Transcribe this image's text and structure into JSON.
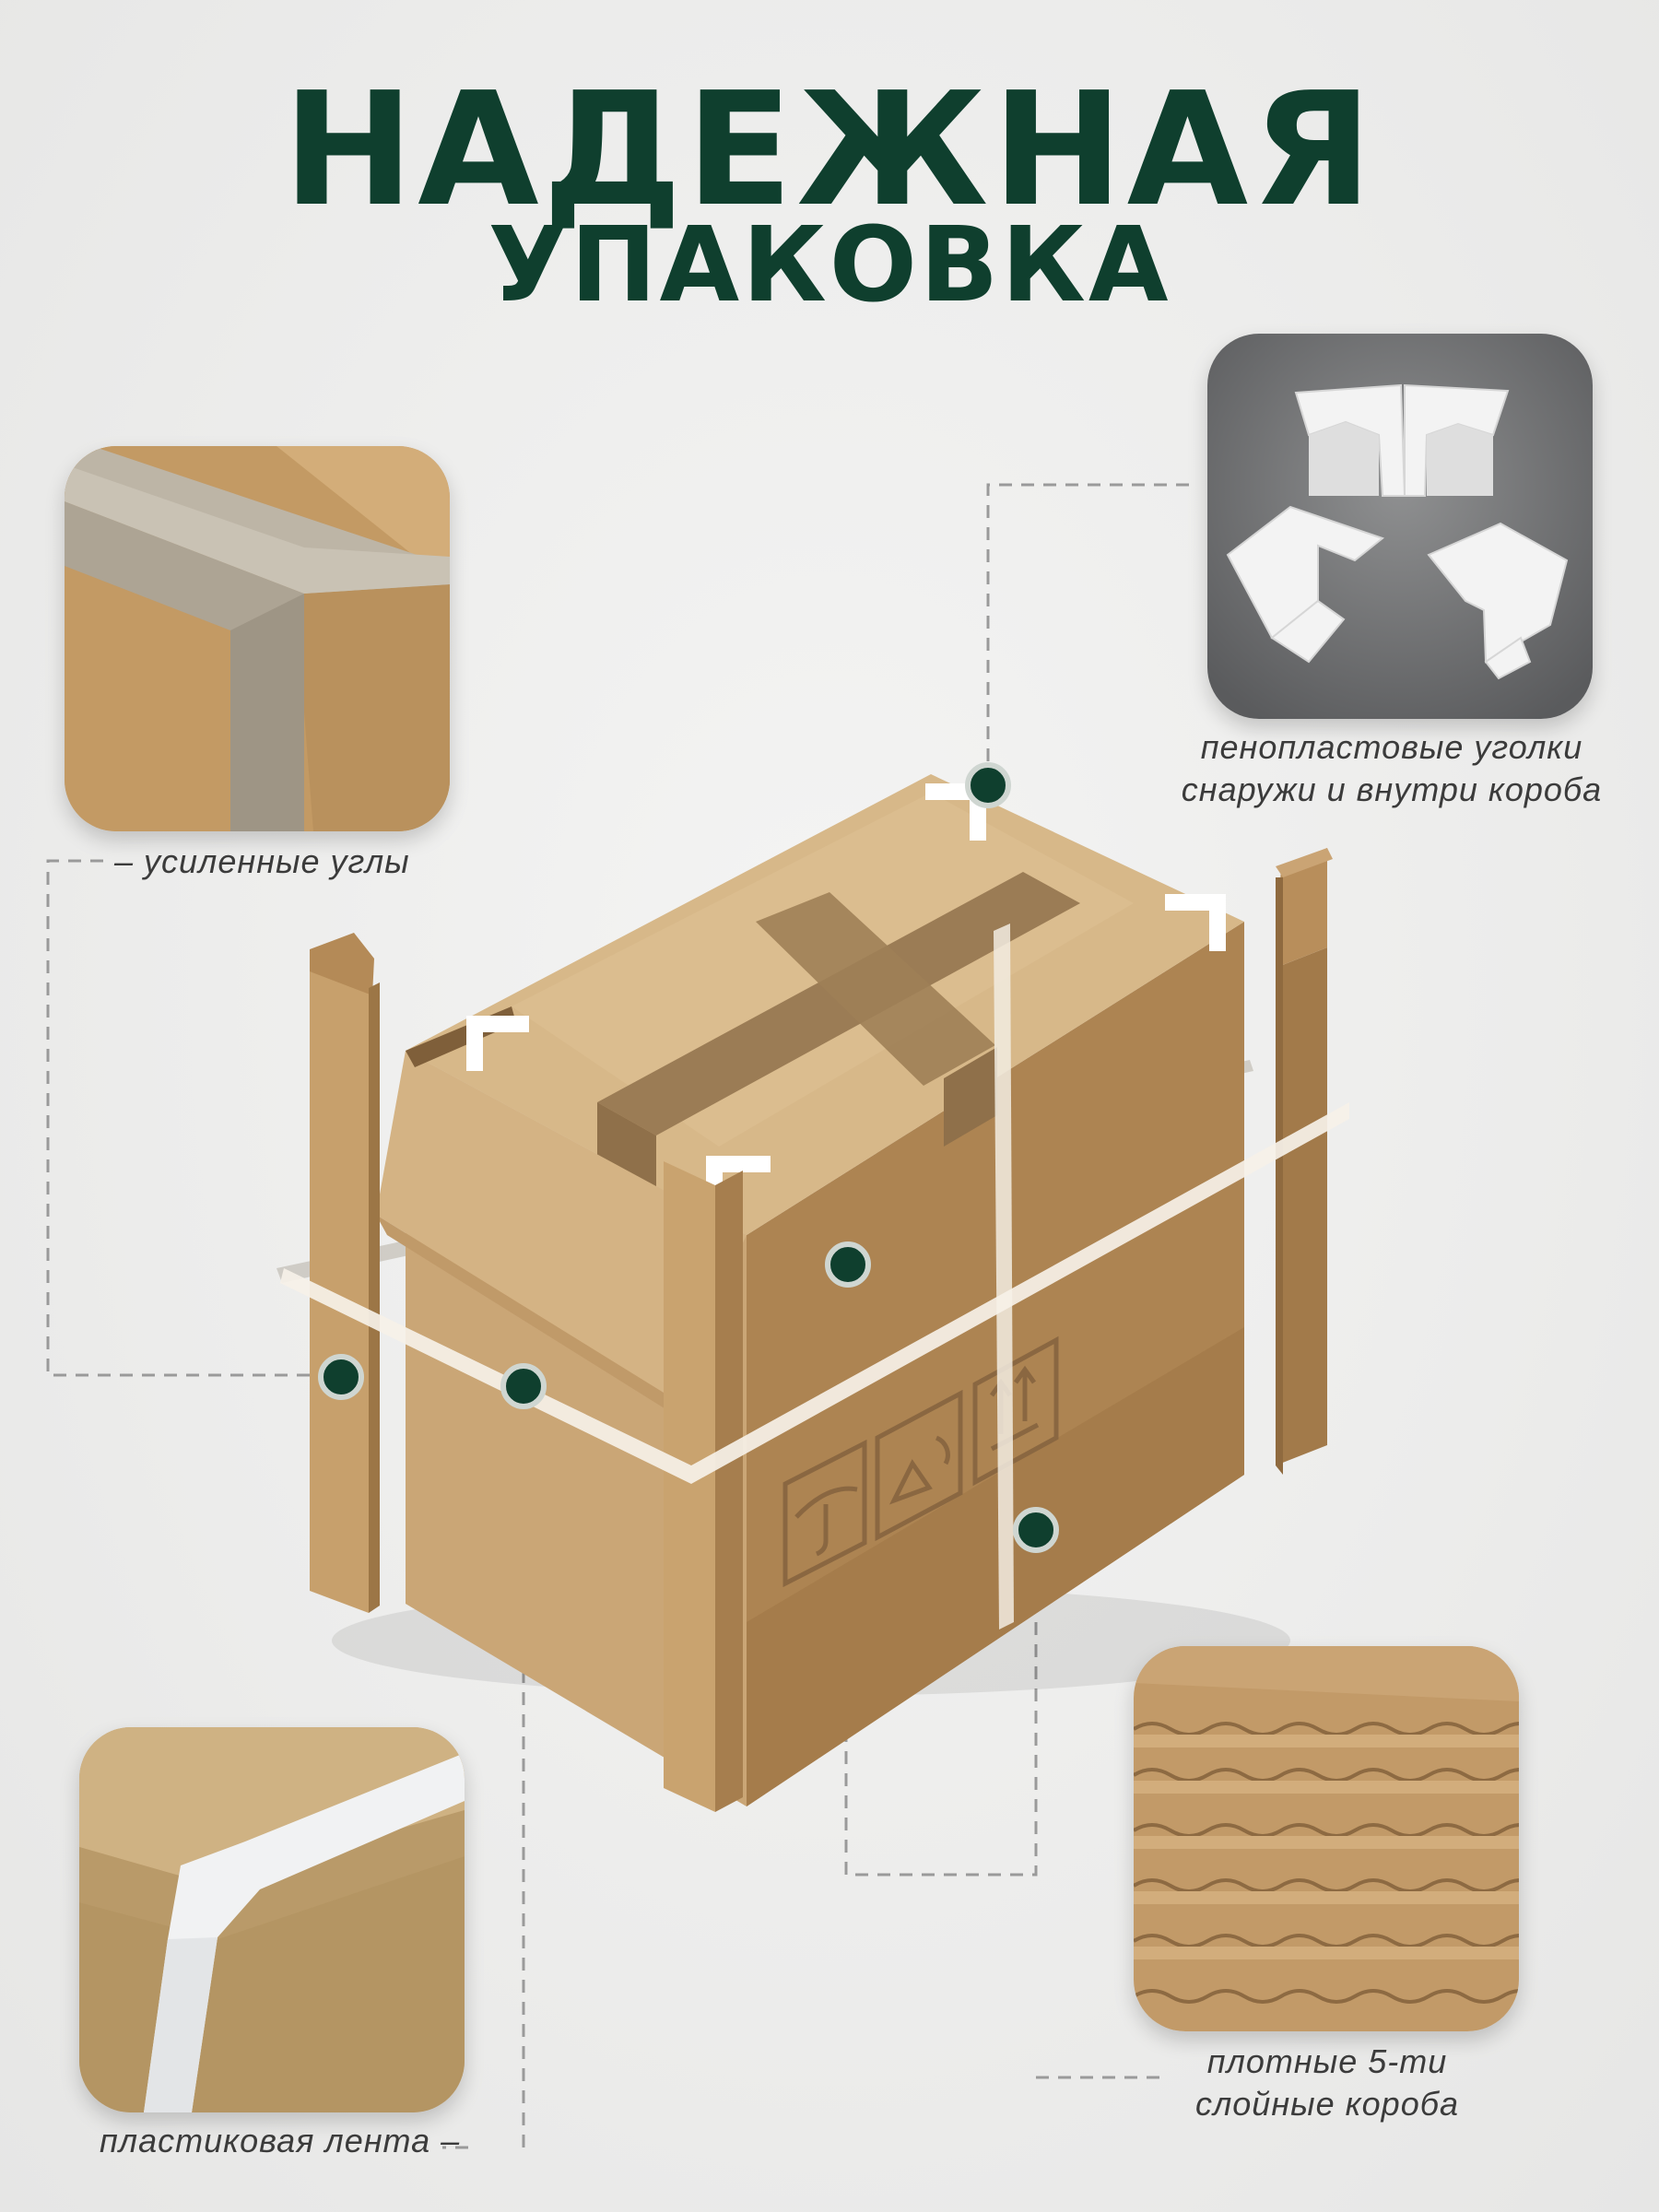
{
  "title": {
    "line1": "НАДЕЖНАЯ",
    "line2": "УПАКОВКА"
  },
  "features": {
    "corners": {
      "caption": "усиленные углы",
      "icon": "cardboard-corner-protector"
    },
    "foam": {
      "caption_line1": "пенопластовые уголки",
      "caption_line2": "снаружи и внутри короба",
      "icon": "foam-corner-pieces"
    },
    "strap": {
      "caption": "пластиковая лента",
      "icon": "plastic-strap"
    },
    "layers": {
      "caption_line1": "плотные 5-ти",
      "caption_line2": "слойные короба",
      "icon": "corrugated-layers"
    }
  },
  "colors": {
    "title": "#0f3f2e",
    "marker": "#0f3f2e",
    "cardboard_light": "#d9b98a",
    "cardboard_mid": "#c7a06c",
    "cardboard_dark": "#a9804e",
    "tape": "#9b7c55",
    "caption": "#3b3b3b"
  }
}
